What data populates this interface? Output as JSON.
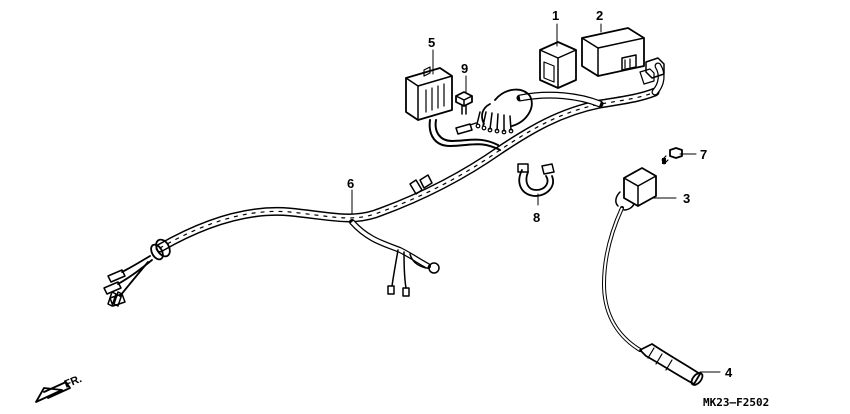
{
  "diagram": {
    "parts": [
      {
        "id": "p1",
        "number": "1"
      },
      {
        "id": "p2",
        "number": "2"
      },
      {
        "id": "p3",
        "number": "3"
      },
      {
        "id": "p4",
        "number": "4"
      },
      {
        "id": "p5",
        "number": "5"
      },
      {
        "id": "p6",
        "number": "6"
      },
      {
        "id": "p7",
        "number": "7"
      },
      {
        "id": "p8",
        "number": "8"
      },
      {
        "id": "p9",
        "number": "9"
      }
    ],
    "direction_label": "FR.",
    "drawing_code": "MK23—F2502"
  }
}
